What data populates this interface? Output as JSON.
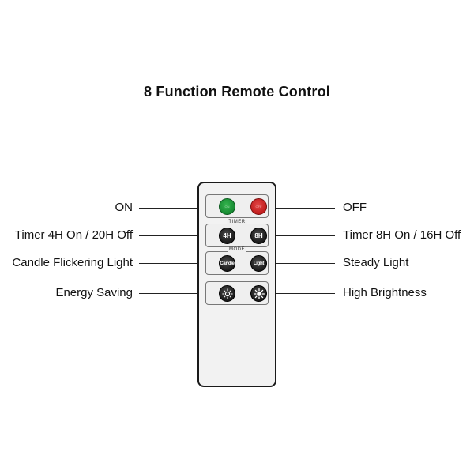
{
  "title": "8 Function Remote Control",
  "labels": {
    "on": "ON",
    "off": "OFF",
    "timer_4h": "Timer 4H On / 20H Off",
    "timer_8h": "Timer 8H On / 16H Off",
    "candle": "Candle Flickering Light",
    "steady": "Steady Light",
    "energy": "Energy Saving",
    "high": "High Brightness"
  },
  "remote": {
    "timer_caption": "TIMER",
    "mode_caption": "MODE",
    "btn_on": "ON",
    "btn_off": "OFF",
    "btn_4h": "4H",
    "btn_8h": "8H",
    "btn_candle": "Candle",
    "btn_light": "Light"
  },
  "colors": {
    "on_button": "#1f9a3a",
    "off_button": "#c01c1c",
    "dark_button": "#1a1a1a"
  }
}
